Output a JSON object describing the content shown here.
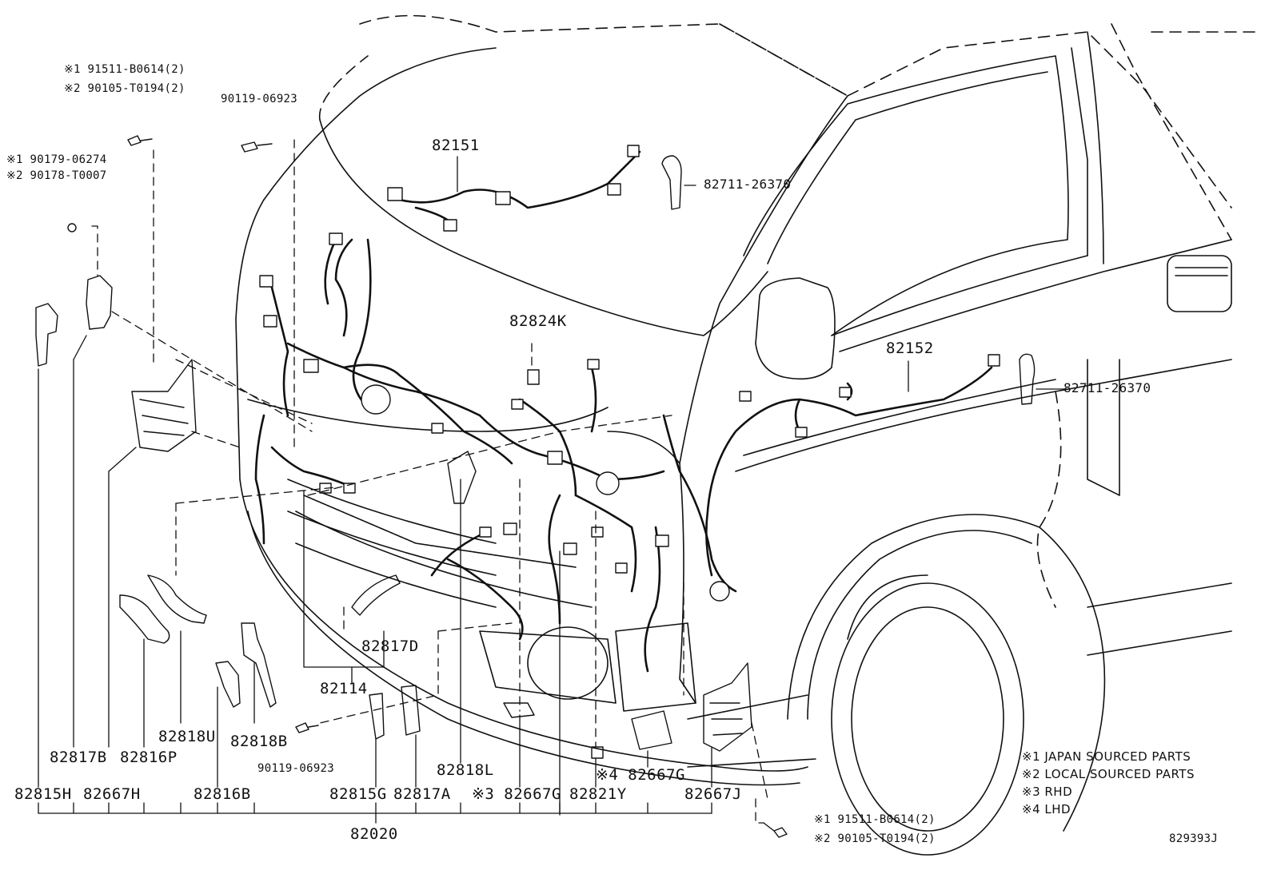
{
  "diagram": {
    "assembly_number": "82020",
    "reference_id": "829393J",
    "parts": {
      "p82151": "82151",
      "p82152": "82152",
      "p82824K": "82824K",
      "p82711_top": "82711-26370",
      "p82711_side": "82711-26370",
      "p82114": "82114",
      "p82817D": "82817D",
      "p82818L": "82818L",
      "p82818U": "82818U",
      "p82818B": "82818B",
      "p82817B": "82817B",
      "p82816P": "82816P",
      "p82815H": "82815H",
      "p82667H": "82667H",
      "p82816B": "82816B",
      "p82815G": "82815G",
      "p82817A": "82817A",
      "p82667G_rhd": "※3 82667G",
      "p82667G_lhd": "※4 82667G",
      "p82821Y": "82821Y",
      "p82667J": "82667J",
      "p90119_top": "90119-06923",
      "p90119_bottom": "90119-06923"
    },
    "fasteners": {
      "top_left_1": "※1 91511-B0614(2)",
      "top_left_2": "※2 90105-T0194(2)",
      "mid_left_1": "※1 90179-06274",
      "mid_left_2": "※2 90178-T0007",
      "bottom_right_1": "※1 91511-B0614(2)",
      "bottom_right_2": "※2 90105-T0194(2)"
    },
    "legend": [
      "※1 JAPAN SOURCED PARTS",
      "※2 LOCAL SOURCED PARTS",
      "※3 RHD",
      "※4 LHD"
    ]
  }
}
